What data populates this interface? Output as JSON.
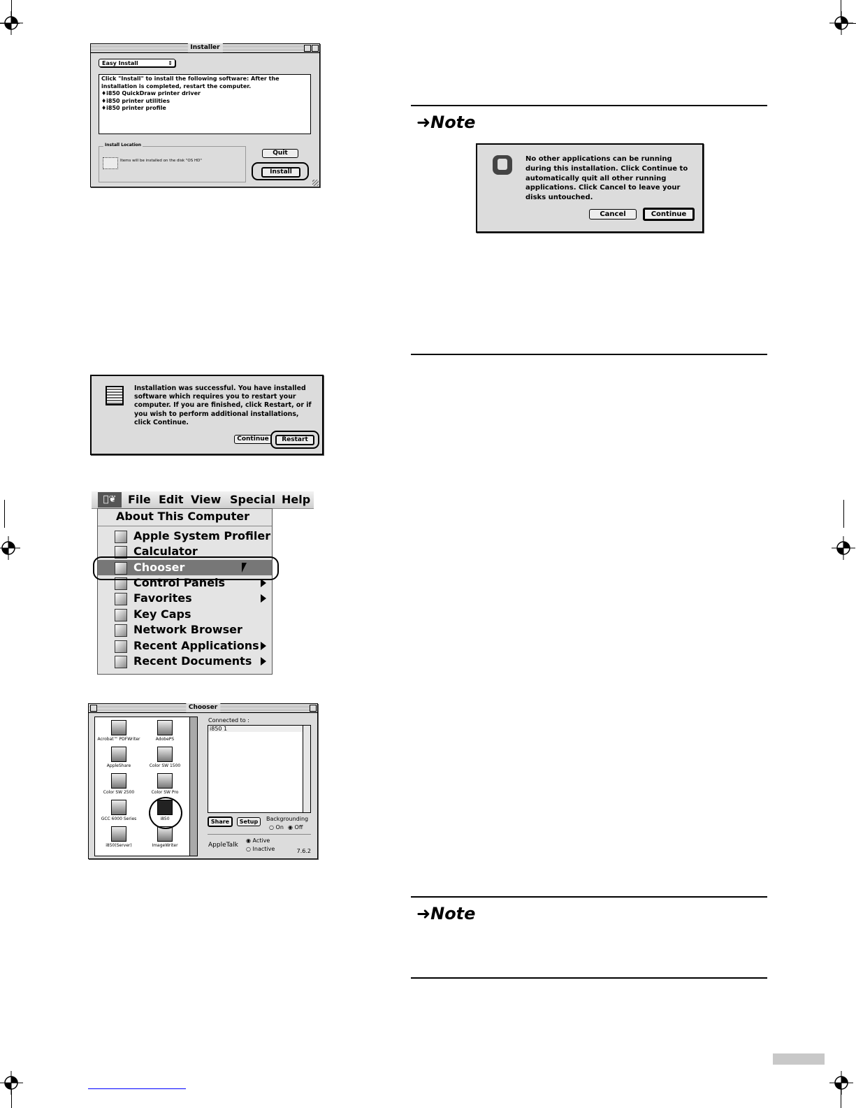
{
  "installer": {
    "title": "Installer",
    "mode": "Easy Install",
    "description": "Click \"Install\" to install the following software: After the installation is completed, restart the computer.",
    "items": [
      "♦i850 QuickDraw printer driver",
      "♦i850 printer utilities",
      "♦i850 printer profile"
    ],
    "location_label": "Install Location",
    "location_text": "Items will be installed on the disk \"OS HD\"",
    "quit": "Quit",
    "install": "Install"
  },
  "note_label": "Note",
  "alert": {
    "message": "No other applications can be running during this installation. Click Continue to automatically quit all other running applications. Click Cancel to leave your disks untouched.",
    "cancel": "Cancel",
    "continue": "Continue"
  },
  "success": {
    "message": "Installation was successful. You have installed software which requires you to restart your computer. If you are finished, click Restart, or if you wish to perform additional installations, click Continue.",
    "continue": "Continue",
    "restart": "Restart"
  },
  "menu": {
    "bar": [
      "File",
      "Edit",
      "View",
      "Special",
      "Help"
    ],
    "header": "About This Computer",
    "items": [
      {
        "label": "Apple System Profiler",
        "submenu": false,
        "icon": "profiler-icon"
      },
      {
        "label": "Calculator",
        "submenu": false,
        "icon": "calculator-icon"
      },
      {
        "label": "Chooser",
        "submenu": false,
        "icon": "chooser-icon"
      },
      {
        "label": "Control Panels",
        "submenu": true,
        "icon": "control-panels-icon"
      },
      {
        "label": "Favorites",
        "submenu": true,
        "icon": "favorites-icon"
      },
      {
        "label": "Key Caps",
        "submenu": false,
        "icon": "key-caps-icon"
      },
      {
        "label": "Network Browser",
        "submenu": false,
        "icon": "network-browser-icon"
      },
      {
        "label": "Recent Applications",
        "submenu": true,
        "icon": "recent-apps-icon"
      },
      {
        "label": "Recent Documents",
        "submenu": true,
        "icon": "recent-docs-icon"
      }
    ]
  },
  "chooser": {
    "title": "Chooser",
    "drivers": [
      "Acrobat™ PDFWriter",
      "AdobePS",
      "AppleShare",
      "Color SW 1500",
      "Color SW 2500",
      "Color SW Pro",
      "GCC 6000 Series",
      "i850",
      "i850(Server)",
      "ImageWriter"
    ],
    "connected_label": "Connected to :",
    "connected_item": "i850 1",
    "share": "Share",
    "setup": "Setup",
    "background_label": "Backgrounding",
    "on": "On",
    "off": "Off",
    "appletalk": "AppleTalk",
    "active": "Active",
    "inactive": "Inactive",
    "version": "7.6.2"
  }
}
